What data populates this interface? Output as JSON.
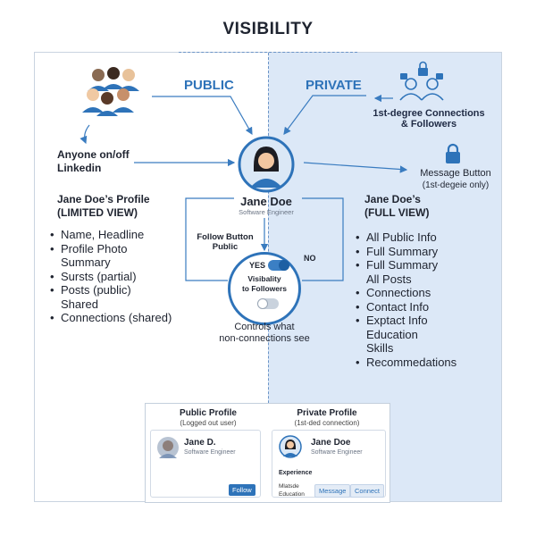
{
  "title": "VISIBILITY",
  "colors": {
    "accent": "#2e73b9",
    "private_bg": "#dce8f7",
    "text": "#1f2430"
  },
  "public_label": "PUBLIC",
  "private_label": "PRIVATE",
  "anyone": {
    "line1": "Anyone on/off",
    "line2": "Linkedin"
  },
  "connections": {
    "line1": "1st-degree Connections",
    "line2": "& Followers"
  },
  "message": {
    "line1": "Message Button",
    "line2": "(1st-degeie only)"
  },
  "profile": {
    "name": "Jane Doe",
    "role": "Software Engineer"
  },
  "limited_view": {
    "heading1": "Jane Doe’s Profile",
    "heading2": "(LIMITED VIEW)",
    "items": [
      {
        "text": "Name, Headline",
        "bullet": true
      },
      {
        "text": "Profile Photo",
        "bullet": true
      },
      {
        "text": "Summary",
        "bullet": false
      },
      {
        "text": "Sursts (partial)",
        "bullet": true
      },
      {
        "text": "Posts (public)",
        "bullet": true
      },
      {
        "text": "Shared",
        "bullet": false
      },
      {
        "text": "Connections (shared)",
        "bullet": true
      }
    ]
  },
  "full_view": {
    "heading1": "Jane Doe’s",
    "heading2": "(FULL VIEW)",
    "items": [
      {
        "text": "All Public Info",
        "bullet": true
      },
      {
        "text": "Full Summary",
        "bullet": true
      },
      {
        "text": "Full Summary",
        "bullet": true
      },
      {
        "text": "All Posts",
        "bullet": false
      },
      {
        "text": "Connections",
        "bullet": true
      },
      {
        "text": "Contact Info",
        "bullet": true
      },
      {
        "text": "Exptact Info",
        "bullet": true
      },
      {
        "text": "Education",
        "bullet": false
      },
      {
        "text": "Skills",
        "bullet": false
      },
      {
        "text": "Recommedations",
        "bullet": true
      }
    ]
  },
  "follow": {
    "line1": "Follow Button",
    "line2": "Public"
  },
  "toggle": {
    "yes": "YES",
    "no": "NO",
    "line1": "Visibality",
    "line2": "to Followers",
    "yes_on": true
  },
  "controls": {
    "line1": "Controls what",
    "line2": "non-connections see"
  },
  "public_card": {
    "title": "Public Profile",
    "subtitle": "(Logged out user)",
    "name": "Jane D.",
    "role": "Software Engineer",
    "button": "Follow"
  },
  "private_card": {
    "title": "Private Profile",
    "subtitle": "(1st-ded connection)",
    "name": "Jane Doe",
    "role": "Software Engineer",
    "experience": "Experience",
    "line_a": "Mlatsde",
    "line_b": "Education",
    "message_btn": "Message",
    "connect_btn": "Connect"
  }
}
